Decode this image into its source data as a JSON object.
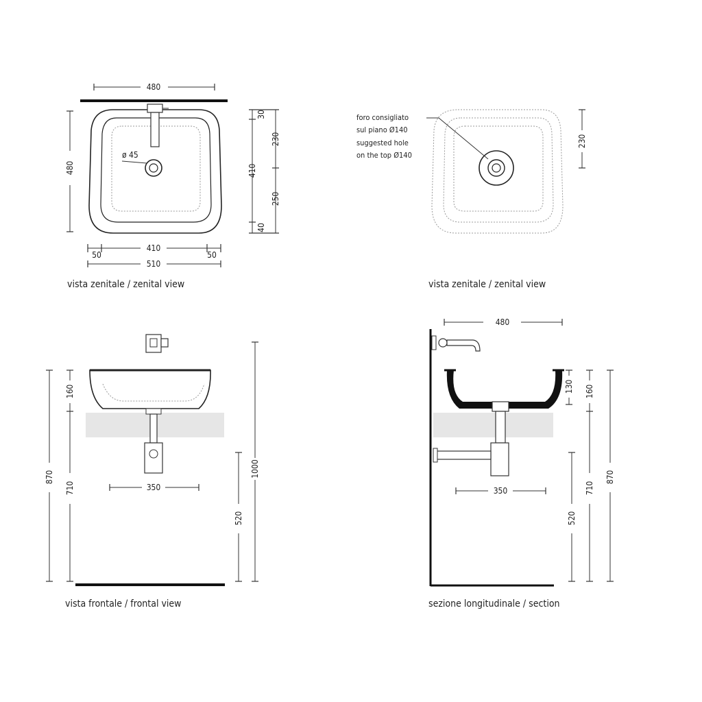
{
  "top_left": {
    "width_top": "480",
    "depth": "480",
    "hole_label": "ø 45",
    "r30": "30",
    "r230": "230",
    "r410": "410",
    "r250": "250",
    "r40": "40",
    "b410": "410",
    "b50_left": "50",
    "b50_right": "50",
    "b510": "510",
    "caption": "vista zenitale / zenital view"
  },
  "top_right": {
    "note_line1": "foro consigliato",
    "note_line2": "sul piano Ø140",
    "note_line3": "suggested hole",
    "note_line4": "on the top Ø140",
    "r230": "230",
    "caption": "vista zenitale / zenital view"
  },
  "front": {
    "h870": "870",
    "h160": "160",
    "h710": "710",
    "d350": "350",
    "h520": "520",
    "h1000": "1000",
    "caption": "vista frontale / frontal view"
  },
  "section": {
    "w480": "480",
    "h130": "130",
    "h160": "160",
    "h870": "870",
    "h710": "710",
    "d350": "350",
    "h520": "520",
    "caption": "sezione longitudinale / section"
  }
}
